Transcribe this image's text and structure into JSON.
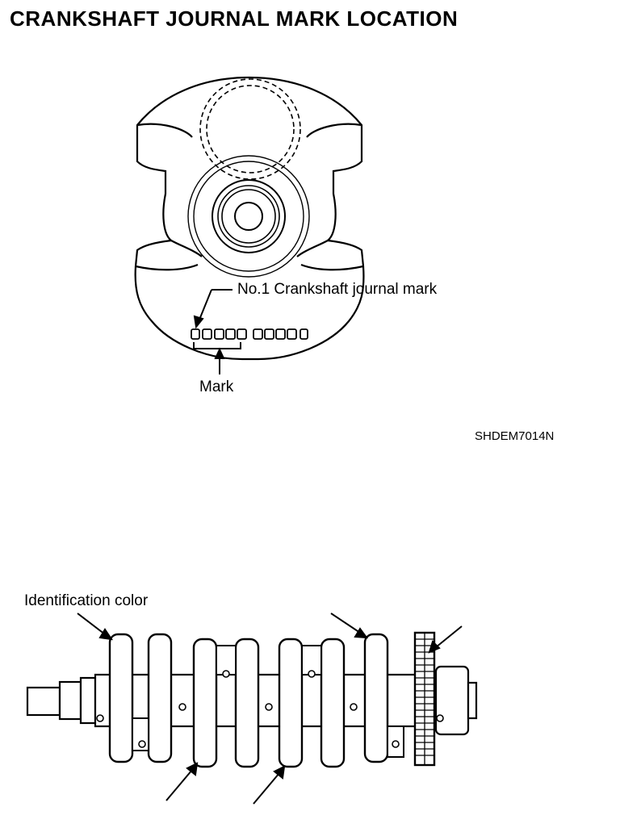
{
  "title": "CRANKSHAFT JOURNAL MARK LOCATION",
  "labels": {
    "journal_mark": "No.1 Crankshaft journal mark",
    "mark": "Mark",
    "figure_code": "SHDEM7014N",
    "identification_color": "Identification color"
  }
}
